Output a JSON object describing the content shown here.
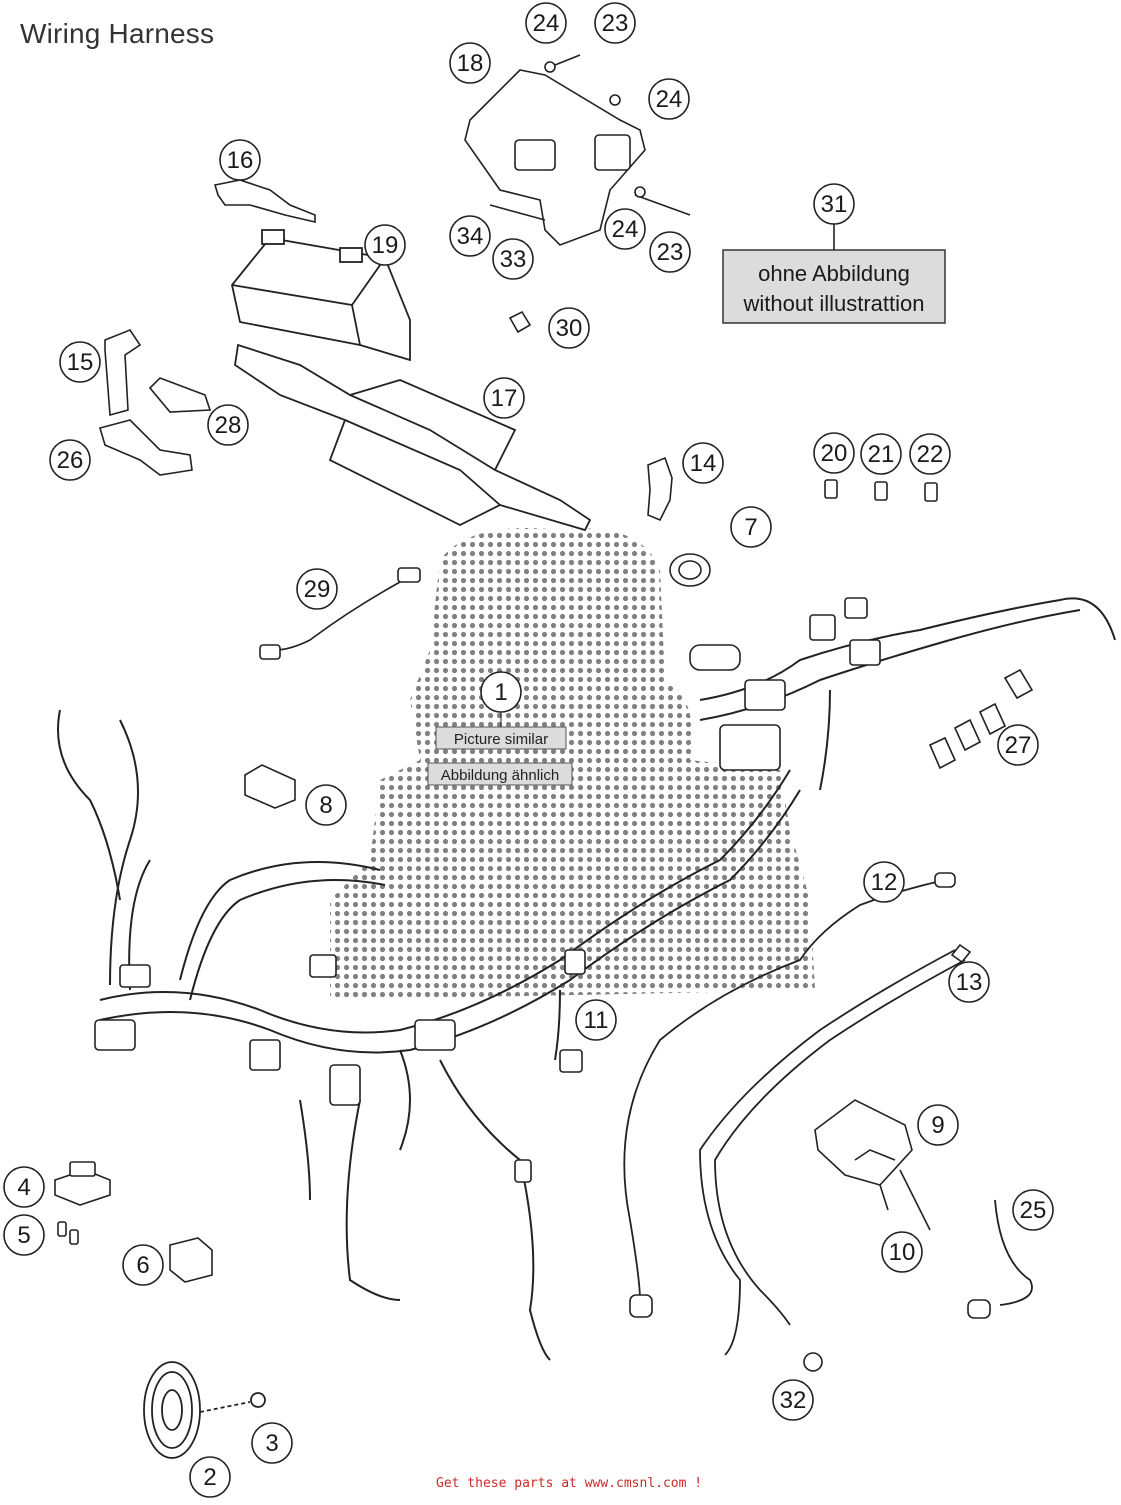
{
  "title": "Wiring Harness",
  "footer": "Get these parts at www.cmsnl.com !",
  "note_box": {
    "line1": "ohne Abbildung",
    "line2": "without illustrattion"
  },
  "center_labels": {
    "line1": "Picture similar",
    "line2": "Abbildung ähnlich"
  },
  "colors": {
    "title": "#333333",
    "footer": "#cc2a2a",
    "watermark": "#6b6b6b",
    "box_fill": "#dcdcdc"
  },
  "callouts": [
    {
      "id": "c1",
      "label": "1"
    },
    {
      "id": "c2",
      "label": "2"
    },
    {
      "id": "c3",
      "label": "3"
    },
    {
      "id": "c4",
      "label": "4"
    },
    {
      "id": "c5",
      "label": "5"
    },
    {
      "id": "c6",
      "label": "6"
    },
    {
      "id": "c7",
      "label": "7"
    },
    {
      "id": "c8",
      "label": "8"
    },
    {
      "id": "c9",
      "label": "9"
    },
    {
      "id": "c10",
      "label": "10"
    },
    {
      "id": "c11",
      "label": "11"
    },
    {
      "id": "c12",
      "label": "12"
    },
    {
      "id": "c13",
      "label": "13"
    },
    {
      "id": "c14",
      "label": "14"
    },
    {
      "id": "c15",
      "label": "15"
    },
    {
      "id": "c16",
      "label": "16"
    },
    {
      "id": "c17",
      "label": "17"
    },
    {
      "id": "c18",
      "label": "18"
    },
    {
      "id": "c19",
      "label": "19"
    },
    {
      "id": "c20",
      "label": "20"
    },
    {
      "id": "c21",
      "label": "21"
    },
    {
      "id": "c22",
      "label": "22"
    },
    {
      "id": "c23a",
      "label": "23"
    },
    {
      "id": "c23b",
      "label": "23"
    },
    {
      "id": "c24a",
      "label": "24"
    },
    {
      "id": "c24b",
      "label": "24"
    },
    {
      "id": "c24c",
      "label": "24"
    },
    {
      "id": "c25",
      "label": "25"
    },
    {
      "id": "c26",
      "label": "26"
    },
    {
      "id": "c27",
      "label": "27"
    },
    {
      "id": "c28",
      "label": "28"
    },
    {
      "id": "c29",
      "label": "29"
    },
    {
      "id": "c30",
      "label": "30"
    },
    {
      "id": "c31",
      "label": "31"
    },
    {
      "id": "c32",
      "label": "32"
    },
    {
      "id": "c33",
      "label": "33"
    },
    {
      "id": "c34",
      "label": "34"
    }
  ]
}
